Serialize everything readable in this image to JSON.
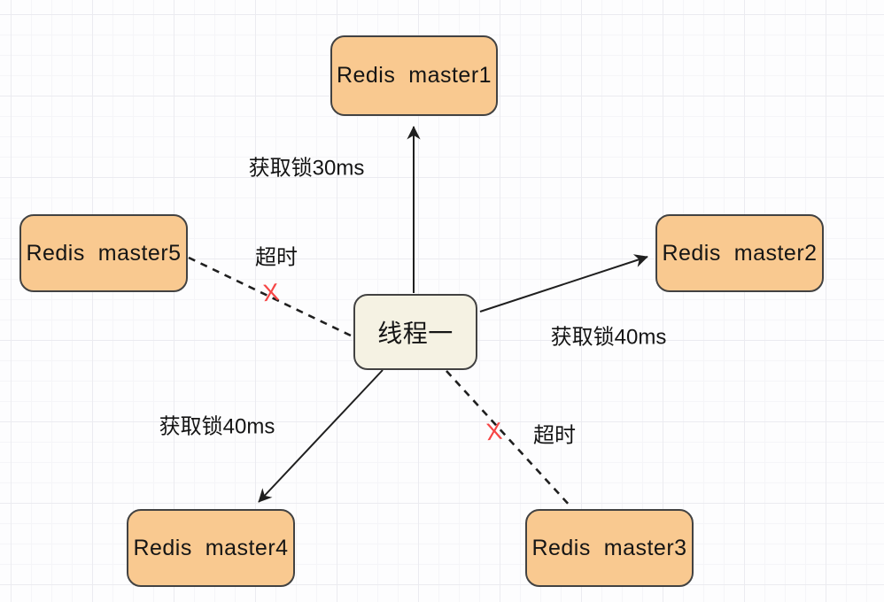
{
  "diagram": {
    "description": "Redlock distributed lock acquisition diagram: one thread acquiring locks on five Redis masters",
    "nodes": {
      "master1": {
        "label": "Redis  master1"
      },
      "master2": {
        "label": "Redis  master2"
      },
      "master3": {
        "label": "Redis  master3"
      },
      "master4": {
        "label": "Redis  master4"
      },
      "master5": {
        "label": "Redis  master5"
      },
      "thread": {
        "label": "线程一"
      }
    },
    "edges": {
      "thread_to_master1": {
        "type": "solid-arrow",
        "label": "获取锁30ms"
      },
      "thread_to_master2": {
        "type": "solid-arrow",
        "label": "获取锁40ms"
      },
      "thread_to_master4": {
        "type": "solid-arrow",
        "label": "获取锁40ms"
      },
      "thread_to_master5": {
        "type": "dashed",
        "label": "超时",
        "marker": "X"
      },
      "thread_to_master3": {
        "type": "dashed",
        "label": "超时",
        "marker": "X"
      }
    },
    "colors": {
      "node_fill": "#f9c990",
      "node_border": "#424242",
      "thread_fill": "#f5f2e3",
      "line": "#1f1f1f",
      "timeout_x": "#f64545",
      "background": "#fdfdfe"
    }
  }
}
